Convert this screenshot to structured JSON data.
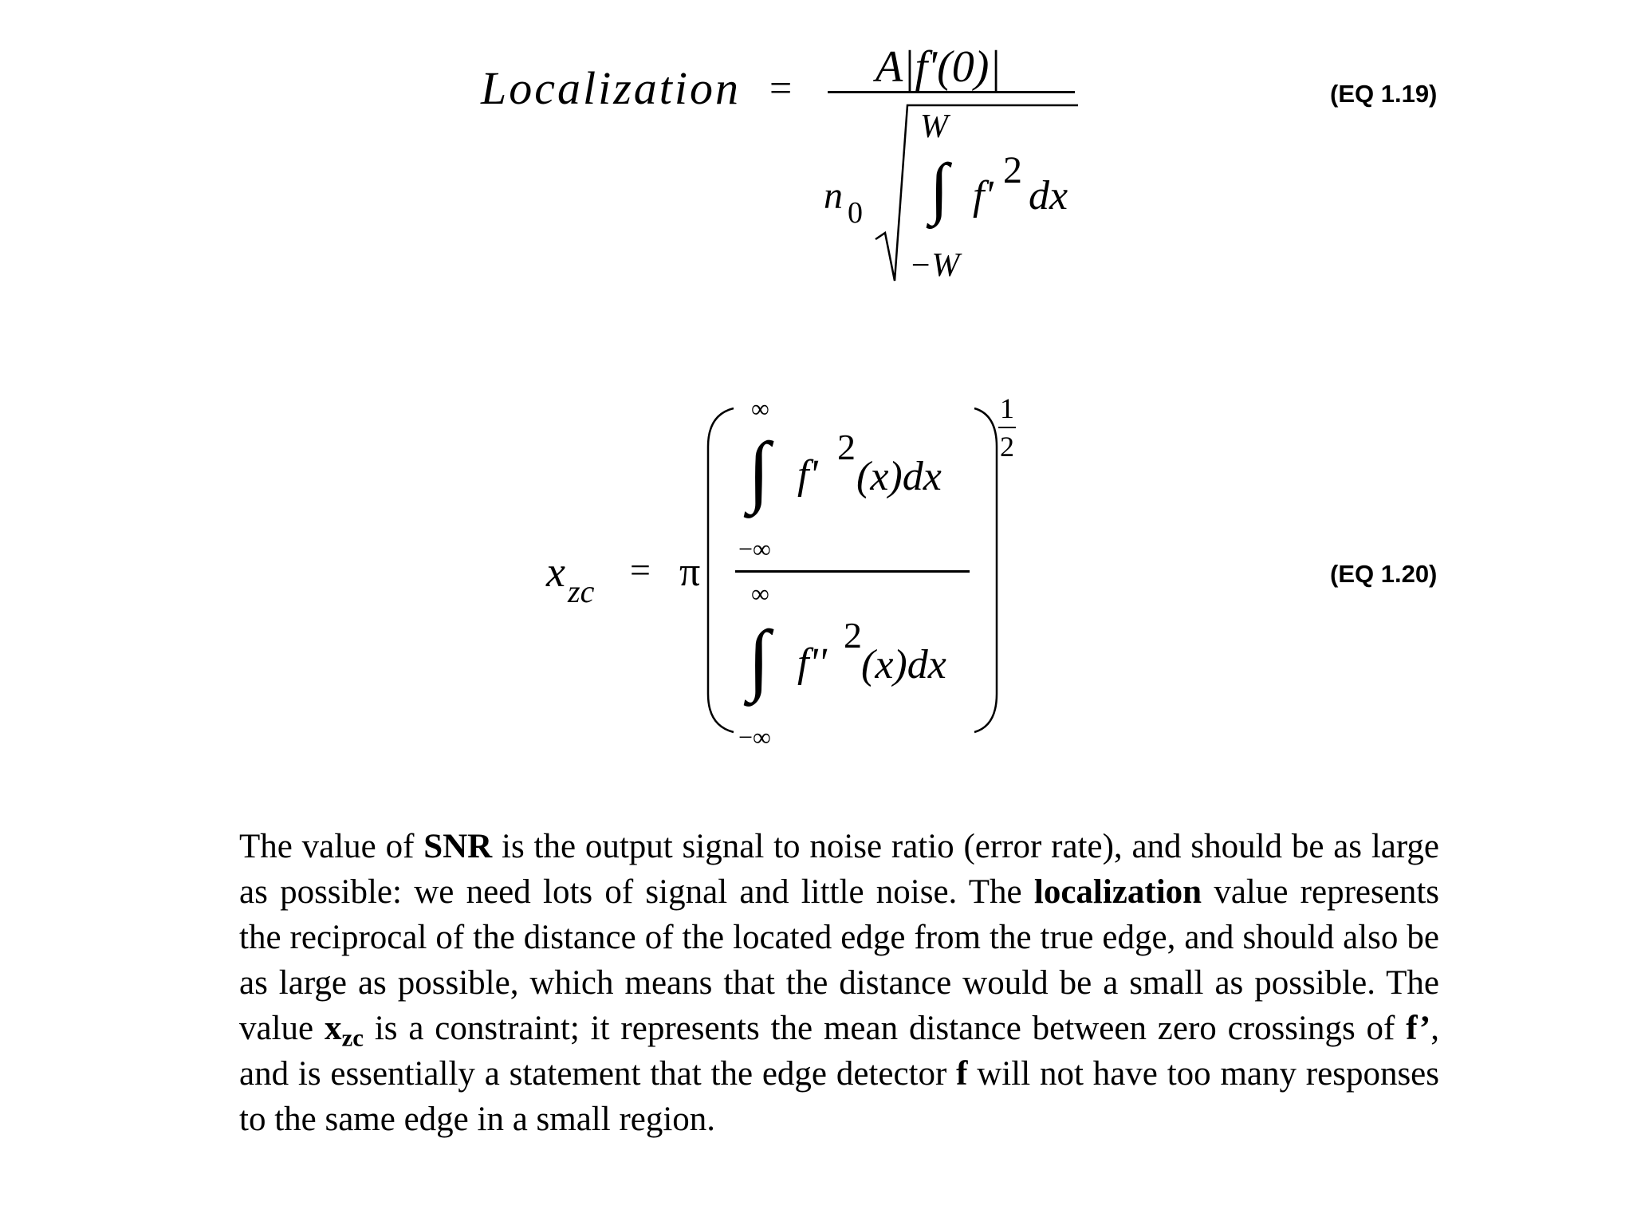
{
  "eq119": {
    "label": "(EQ 1.19)",
    "lhs": "Localization",
    "equals": "=",
    "numerator": "A|f'(0)|",
    "denom_coef": "n",
    "denom_coef_sub": "0",
    "upper_limit": "W",
    "lower_limit": "−W",
    "integrand_fn": "f'",
    "integrand_exp": "2",
    "integrand_dx": "dx"
  },
  "eq120": {
    "label": "(EQ 1.20)",
    "lhs": "x",
    "lhs_sub": "zc",
    "equals": "=",
    "pi": "π",
    "top_upper": "∞",
    "top_lower": "−∞",
    "top_fn": "f'",
    "top_exp": "2",
    "top_arg": "(x)dx",
    "bottom_upper": "∞",
    "bottom_lower": "−∞",
    "bottom_fn": "f''",
    "bottom_exp": "2",
    "bottom_arg": "(x)dx",
    "exp_num": "1",
    "exp_den": "2"
  },
  "paragraph": {
    "t1": "The value of ",
    "b1": "SNR",
    "t2": " is the output signal to noise ratio (error rate), and should be as large as possible: we need lots of signal and little noise. The ",
    "b2": "localization",
    "t3": " value represents the reciprocal of the distance of the located edge from the true edge, and should also be as large as possible, which means that the distance would be a small as possible. The value ",
    "b3": "x",
    "b3_sub": "zc",
    "t4": " is a constraint; it represents the mean distance between zero crossings of ",
    "b4": "f’",
    "t5": ", and is essentially a statement that the edge detector ",
    "b5": "f",
    "t6": " will not have too many responses to the same edge in a small region."
  }
}
